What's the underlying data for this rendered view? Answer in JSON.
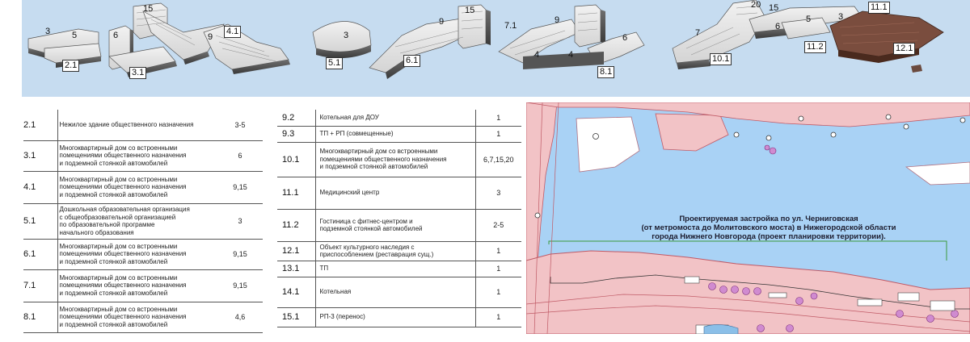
{
  "render_labels": {
    "b3": "3",
    "b5": "5",
    "b2_1": "2.1",
    "b6a": "6",
    "b15a": "15",
    "b9a": "9",
    "b4_1": "4.1",
    "b3_1": "3.1",
    "b3b": "3",
    "b5_1": "5.1",
    "b9b": "9",
    "b15b": "15",
    "b6_1": "6.1",
    "b7_1": "7.1",
    "b9c": "9",
    "b4a": "4",
    "b4b": "4",
    "b6b": "6",
    "b8_1": "8.1",
    "b20": "20",
    "b15c": "15",
    "b7": "7",
    "b6c": "6",
    "b5b": "5",
    "b3c": "3",
    "b11_1": "11.1",
    "b11_2": "11.2",
    "b10_1": "10.1",
    "b12_1": "12.1"
  },
  "table_left": [
    {
      "num": "2.1",
      "desc": [
        "Нежилое здание общественного назначения"
      ],
      "floor": "3-5"
    },
    {
      "num": "3.1",
      "desc": [
        "Многоквартирный дом со встроенными",
        "помещениями общественного назначения",
        "и подземной стоянкой автомобилей"
      ],
      "floor": "6"
    },
    {
      "num": "4.1",
      "desc": [
        "Многоквартирный дом со встроенными",
        "помещениями общественного назначения",
        "и подземной стоянкой автомобилей"
      ],
      "floor": "9,15"
    },
    {
      "num": "5.1",
      "desc": [
        "Дошкольная образовательная организация",
        "с общеобразовательной организацией",
        "по образовательной программе",
        "начального образования"
      ],
      "floor": "3"
    },
    {
      "num": "6.1",
      "desc": [
        "Многоквартирный дом со встроенными",
        "помещениями общественного назначения",
        "и подземной стоянкой автомобилей"
      ],
      "floor": "9,15"
    },
    {
      "num": "7.1",
      "desc": [
        "Многоквартирный дом со встроенными",
        "помещениями общественного назначения",
        "и подземной стоянкой автомобилей"
      ],
      "floor": "9,15"
    },
    {
      "num": "8.1",
      "desc": [
        "Многоквартирный дом со встроенными",
        "помещениями общественного назначения",
        "и подземной стоянкой автомобилей"
      ],
      "floor": "4,6"
    }
  ],
  "table_right": [
    {
      "num": "9.2",
      "desc": [
        "Котельная для ДОУ"
      ],
      "floor": "1"
    },
    {
      "num": "9.3",
      "desc": [
        "ТП + РП (совмещенные)"
      ],
      "floor": "1"
    },
    {
      "num": "10.1",
      "desc": [
        "Многоквартирный дом со встроенными",
        "помещениями общественного назначения",
        "и подземной стоянкой автомобилей"
      ],
      "floor": "6,7,15,20"
    },
    {
      "num": "11.1",
      "desc": [
        "Медицинский центр"
      ],
      "floor": "3"
    },
    {
      "num": "11.2",
      "desc": [
        "Гостиница с фитнес-центром и",
        "подземной стоянкой автомобилей"
      ],
      "floor": "2-5"
    },
    {
      "num": "12.1",
      "desc": [
        "Объект культурного наследия с",
        "приспособлением  (реставрация сущ.)"
      ],
      "floor": "1"
    },
    {
      "num": "13.1",
      "desc": [
        "ТП"
      ],
      "floor": "1"
    },
    {
      "num": "14.1",
      "desc": [
        "Котельная"
      ],
      "floor": "1"
    },
    {
      "num": "15.1",
      "desc": [
        "РП-3 (перенос)"
      ],
      "floor": "1"
    }
  ],
  "map": {
    "caption": [
      "Проектируемая застройка по ул. Черниговская",
      "(от метромоста до Молитовского моста) в Нижегородской области",
      "города Нижнего Новгорода (проект планировки территории)."
    ],
    "colors": {
      "land": "#f2c3c6",
      "water": "#a9d2f5",
      "road_line": "#c05a66"
    }
  }
}
